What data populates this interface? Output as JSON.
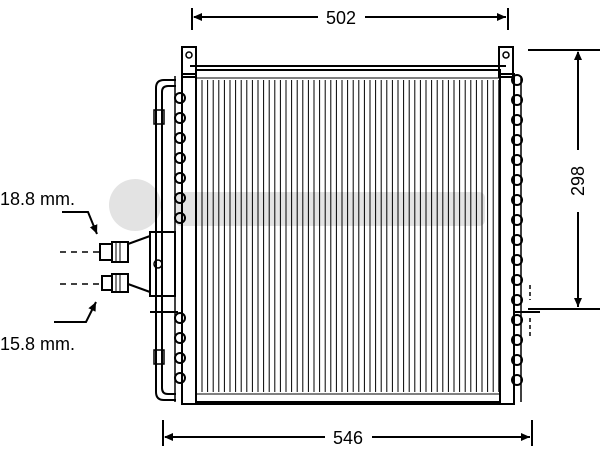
{
  "dimensions": {
    "top_width": "502",
    "bottom_width": "546",
    "height": "298"
  },
  "fittings": {
    "upper_label": "18.8 mm.",
    "lower_label": "15.8 mm."
  },
  "colors": {
    "line": "#000000",
    "background": "#ffffff",
    "watermark": "#d9d9d9"
  }
}
